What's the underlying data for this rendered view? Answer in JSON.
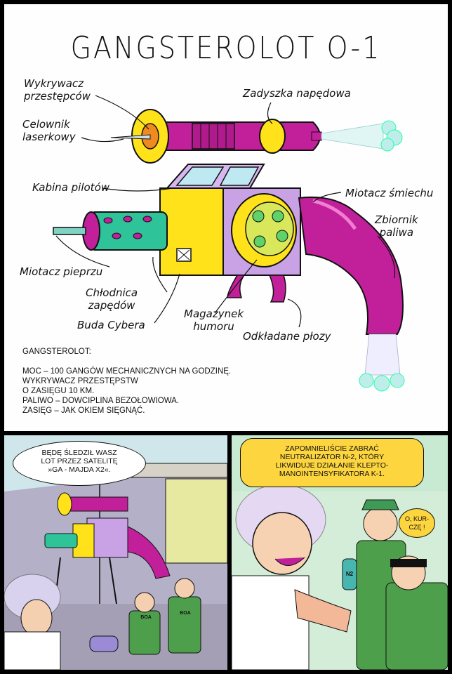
{
  "title": "GANGSTEROLOT O-1",
  "labels": {
    "wykrywacz": "Wykrywacz\nprzestępców",
    "celownik": "Celownik\nlaserkowy",
    "zadyszka": "Zadyszka napędowa",
    "kabina": "Kabina pilotów",
    "miotacz_smiechu": "Miotacz śmiechu",
    "zbiornik": "Zbiornik\npaliwa",
    "miotacz_pieprzu": "Miotacz pieprzu",
    "chlodnica": "Chłodnica\nzapędów",
    "buda": "Buda Cybera",
    "magazynek": "Magazynek\nhumoru",
    "ploze": "Odkładane płozy"
  },
  "specs": {
    "heading": "GANGSTEROLOT:",
    "lines": [
      "MOC – 100 GANGÓW MECHANICZNYCH NA GODZINĘ.",
      "WYKRYWACZ PRZESTĘPSTW",
      "O ZASIĘGU 10 KM.",
      "PALIWO – DOWCIPLINA BEZOŁOWIOWA.",
      "ZASIĘG – JAK OKIEM SIĘGNĄĆ."
    ]
  },
  "panel_left": {
    "speech": "BĘDĘ ŚLEDZIŁ WASZ\nLOT PRZEZ SATELITĘ\n»GA - MAJDA X2«."
  },
  "panel_right": {
    "speech": "ZAPOMNIELIŚCIE ZABRAĆ\nNEUTRALIZATOR N-2, KTÓRY\nLIKWIDUJE DZIAŁANIE KLEPTO-\nMANOINTENSYFIKATORA K-1.",
    "exclaim": "O, KUR-\nCZĘ !",
    "bottle_label": "N2"
  },
  "badges": {
    "boa": "BOA",
    "boa_short": "BOA"
  },
  "colors": {
    "purple": "#c9a2e6",
    "magenta": "#c21f9b",
    "yellow": "#ffe21a",
    "teal": "#2fc39a",
    "green_uniform": "#4e9f4c",
    "balloon_yellow": "#fcd53f"
  }
}
